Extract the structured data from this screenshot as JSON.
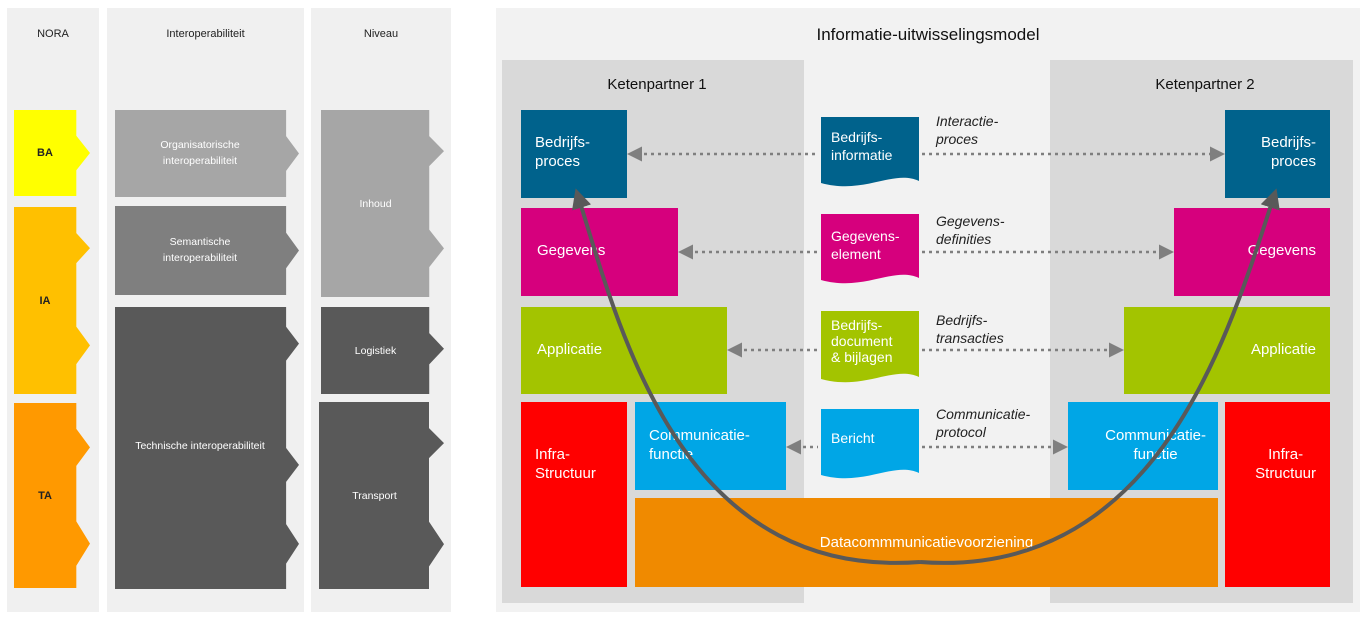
{
  "left_panel": {
    "headers": {
      "nora": "NORA",
      "interop": "Interoperabiliteit",
      "level": "Niveau"
    },
    "nora_layers": [
      {
        "label": "BA",
        "color": "#ffff00"
      },
      {
        "label": "IA",
        "color": "#ffc000"
      },
      {
        "label": "TA",
        "color": "#ff9900"
      }
    ],
    "interop_layers": [
      {
        "label": "Organisatorische\ninteroperabiliteit",
        "color": "#a6a6a6"
      },
      {
        "label": "Semantische\ninteroperabiliteit",
        "color": "#7f7f7f"
      },
      {
        "label": "Technische interoperabiliteit",
        "color": "#595959"
      }
    ],
    "levels": [
      {
        "label": "Inhoud",
        "color": "#a6a6a6"
      },
      {
        "label": "Logistiek",
        "color": "#595959"
      },
      {
        "label": "Transport",
        "color": "#595959"
      }
    ]
  },
  "model": {
    "title": "Informatie-uitwisselingsmodel",
    "partner1": "Ketenpartner 1",
    "partner2": "Ketenpartner 2",
    "layers": {
      "process": {
        "label": "Bedrijfs-\nproces",
        "color": "#00628c"
      },
      "data": {
        "label": "Gegevens",
        "color": "#d6007d"
      },
      "application": {
        "label": "Applicatie",
        "color": "#a3c400"
      },
      "infra": {
        "label": "Infra-\nStructuur",
        "color": "#ff0000"
      },
      "comm": {
        "label": "Communicatie-\nfunctie",
        "color": "#00a6e6"
      },
      "datacomm": {
        "label": "Datacommmunicatievoorziening",
        "color": "#f08a00"
      }
    },
    "documents": [
      {
        "label": "Bedrijfs-\ninformatie",
        "color": "#00628c"
      },
      {
        "label": "Gegevens-\nelement",
        "color": "#d6007d"
      },
      {
        "label": "Bedrijfs-\ndocument\n& bijlagen",
        "color": "#a3c400"
      },
      {
        "label": "Bericht",
        "color": "#00a6e6"
      }
    ],
    "exchanges": [
      "Interactie-\nproces",
      "Gegevens-\ndefinities",
      "Bedrijfs-\ntransacties",
      "Communicatie-\nprotocol"
    ]
  }
}
